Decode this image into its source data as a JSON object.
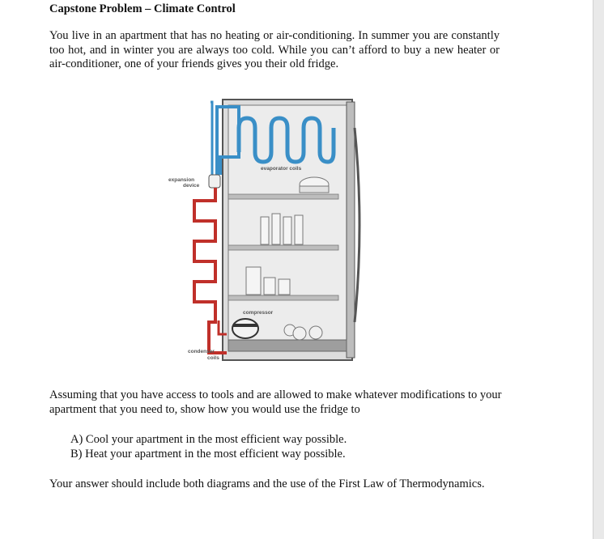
{
  "document": {
    "title": "Capstone Problem – Climate Control",
    "intro": "You live in an apartment that has no heating or air-conditioning. In summer you are constantly too hot, and in winter you are always too cold. While you can’t afford to buy a new heater or air-conditioner, one of your friends gives you their old fridge.",
    "task": "Assuming that you have access to tools and are allowed to make whatever modifications to your apartment that you need to, show how you would use the fridge to",
    "options": [
      "A) Cool your apartment in the most efficient way possible.",
      "B) Heat your apartment in the most efficient way possible."
    ],
    "closing": "Your answer should include both diagrams and the use of the First Law of Thermodynamics."
  },
  "figure": {
    "labels": {
      "evaporator": "evaporator coils",
      "expansion_1": "expansion",
      "expansion_2": "device",
      "compressor": "compressor",
      "condenser_1": "condenser",
      "condenser_2": "coils"
    },
    "colors": {
      "cold_line": "#3a8fc7",
      "hot_line": "#c0302a",
      "fridge_body": "#d9d9d9",
      "fridge_outline": "#555555"
    }
  }
}
